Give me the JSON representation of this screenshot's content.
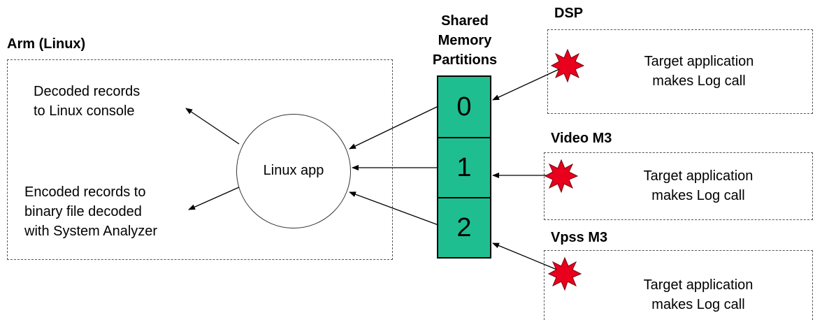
{
  "arm": {
    "title": "Arm (Linux)",
    "decoded_line1": "Decoded records",
    "decoded_line2": "to Linux console",
    "encoded_line1": "Encoded records to",
    "encoded_line2": "binary file decoded",
    "encoded_line3": "with System Analyzer",
    "app_label": "Linux app"
  },
  "shared_memory": {
    "title_line1": "Shared",
    "title_line2": "Memory",
    "title_line3": "Partitions",
    "partitions": [
      "0",
      "1",
      "2"
    ],
    "fill_color": "#1fbe90"
  },
  "cores": [
    {
      "title": "DSP",
      "line1": "Target application",
      "line2": "makes Log call"
    },
    {
      "title": "Video M3",
      "line1": "Target application",
      "line2": "makes Log call"
    },
    {
      "title": "Vpss M3",
      "line1": "Target application",
      "line2": "makes Log call"
    }
  ],
  "colors": {
    "starburst": "#e8001c",
    "outline": "#555555"
  }
}
